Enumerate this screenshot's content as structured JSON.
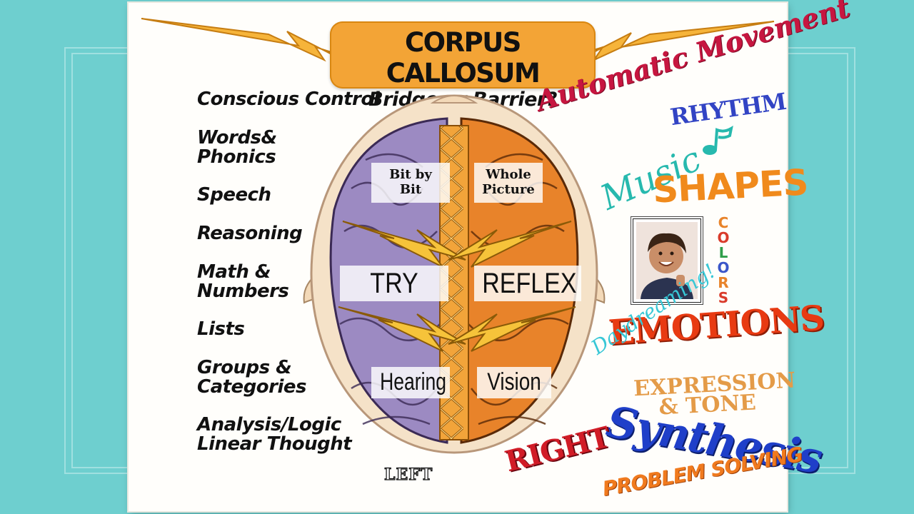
{
  "title": {
    "main": "CORPUS CALLOSUM",
    "sub": "Bridge or Barrier?"
  },
  "left_functions": [
    [
      "Conscious Control"
    ],
    [
      "Words&",
      "Phonics"
    ],
    [
      "Speech"
    ],
    [
      "Reasoning"
    ],
    [
      "Math &",
      "Numbers"
    ],
    [
      "Lists"
    ],
    [
      "Groups &",
      "Categories"
    ],
    [
      "Analysis/Logic",
      "Linear Thought"
    ]
  ],
  "brain_labels": {
    "left_top": [
      "Bit by",
      "Bit"
    ],
    "right_top": [
      "Whole",
      "Picture"
    ],
    "left_middle": "TRY",
    "right_middle": "REFLEX",
    "left_bottom": "Hearing",
    "right_bottom": "Vision"
  },
  "left_caption": "LEFT",
  "right_words": {
    "automatic_movement": "Automatic Movement",
    "rhythm": "RHYTHM",
    "music": "Music",
    "shapes": "SHAPES",
    "colors": [
      "C",
      "O",
      "L",
      "O",
      "R",
      "S"
    ],
    "emotions": "EMOTIONS",
    "daydreaming": "Daydreaming!",
    "expression": [
      "EXPRESSION",
      "& TONE"
    ],
    "synthesis": "Synthesis",
    "right": "RIGHT",
    "problem_solving": "PROBLEM SOLVING"
  },
  "colors": {
    "background": "#6ecfcf",
    "title_box": "#f3a436",
    "left_hemisphere": "#9c8ac2",
    "right_hemisphere": "#e8832a",
    "corpus_band": "#f2a43a",
    "colors_letters": [
      "#e8832a",
      "#d93b2b",
      "#2f9e4a",
      "#3a56c9",
      "#e8832a",
      "#d93b2b"
    ]
  }
}
